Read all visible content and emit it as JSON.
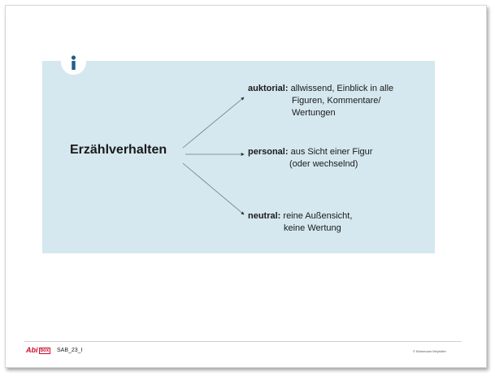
{
  "main_term": "Erzählverhalten",
  "entries": [
    {
      "term": "auktorial:",
      "line1": "allwissend, Einblick in alle",
      "line2": "Figuren, Kommentare/",
      "line3": "Wertungen"
    },
    {
      "term": "personal:",
      "line1": "aus Sicht einer Figur",
      "line2": "(oder wechselnd)"
    },
    {
      "term": "neutral:",
      "line1": "reine Außensicht,",
      "line2": "keine Wertung"
    }
  ],
  "footer": {
    "logo_text": "Abi",
    "logo_box": "box",
    "code": "SAB_23_I",
    "copyright": "© Brinkmann Meyhöfer"
  },
  "colors": {
    "info_box": "#d5e8ef",
    "icon": "#1f5f8b",
    "logo": "#c8102e"
  },
  "icons": {
    "info": "info-icon"
  }
}
